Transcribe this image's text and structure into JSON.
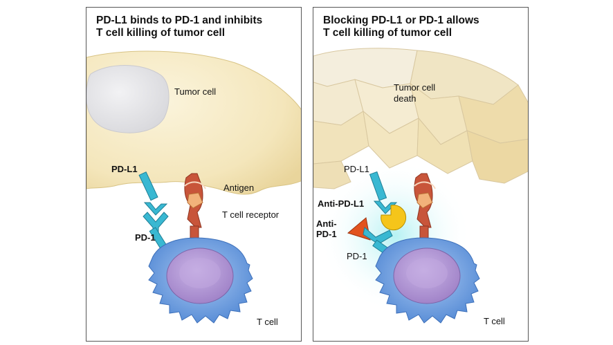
{
  "left_panel": {
    "title_line1": "PD-L1 binds to PD-1 and inhibits",
    "title_line2": "T cell killing of tumor cell",
    "labels": {
      "tumor_cell": "Tumor cell",
      "pd_l1": "PD-L1",
      "antigen": "Antigen",
      "t_cell_receptor": "T cell receptor",
      "pd_1": "PD-1",
      "t_cell": "T cell"
    }
  },
  "right_panel": {
    "title_line1": "Blocking PD-L1 or PD-1 allows",
    "title_line2": "T cell killing of tumor cell",
    "labels": {
      "tumor_cell_death_line1": "Tumor cell",
      "tumor_cell_death_line2": "death",
      "pd_l1": "PD-L1",
      "anti_pd_l1": "Anti-PD-L1",
      "anti_pd_1_line1": "Anti-",
      "anti_pd_1_line2": "PD-1",
      "pd_1": "PD-1",
      "t_cell": "T cell"
    }
  },
  "colors": {
    "tumor_cell": "#f6ebc6",
    "nucleus_gray": "#e8e8ea",
    "pd_l1_cyan": "#39b8d2",
    "tcr_red": "#c8553a",
    "antigen_orange": "#f2b27a",
    "t_cell_blue": "#6ea2e2",
    "t_cell_nucleus": "#b49ad4",
    "anti_pd_l1_yellow": "#f5c51a",
    "anti_pd_1_orange": "#e2531f"
  }
}
